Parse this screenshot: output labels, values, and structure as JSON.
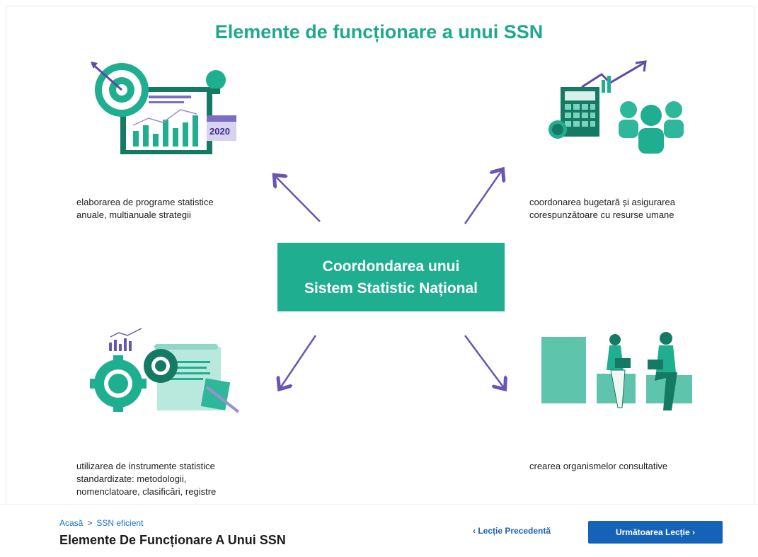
{
  "slide": {
    "title": "Elemente de funcționare a unui SSN",
    "center": {
      "line1": "Coordondarea unui",
      "line2": "Sistem Statistic Național"
    },
    "items": [
      {
        "line1": "elaborarea de programe statistice",
        "line2": "anuale, multianuale strategii",
        "line3": ""
      },
      {
        "line1": "coordonarea bugetară și asigurarea",
        "line2": "corespunzătoare cu resurse umane",
        "line3": ""
      },
      {
        "line1": "utilizarea de instrumente statistice",
        "line2": "standardizate: metodologii,",
        "line3": "nomenclatoare, clasificări, registre"
      },
      {
        "line1": "crearea organismelor consultative",
        "line2": "",
        "line3": ""
      }
    ],
    "calendar_year": "2020"
  },
  "footer": {
    "breadcrumb_home": "Acasă",
    "breadcrumb_sep": ">",
    "breadcrumb_section": "SSN eficient",
    "page_title": "Elemente De Funcționare A Unui SSN",
    "prev_label": "‹ Lecție Precedentă",
    "next_label": "Următoarea Lecție ›"
  },
  "colors": {
    "accent": "#1fae90",
    "accent_dark": "#157a64",
    "arrow": "#6a55b0",
    "link": "#1a73c9",
    "button": "#1463b8"
  }
}
